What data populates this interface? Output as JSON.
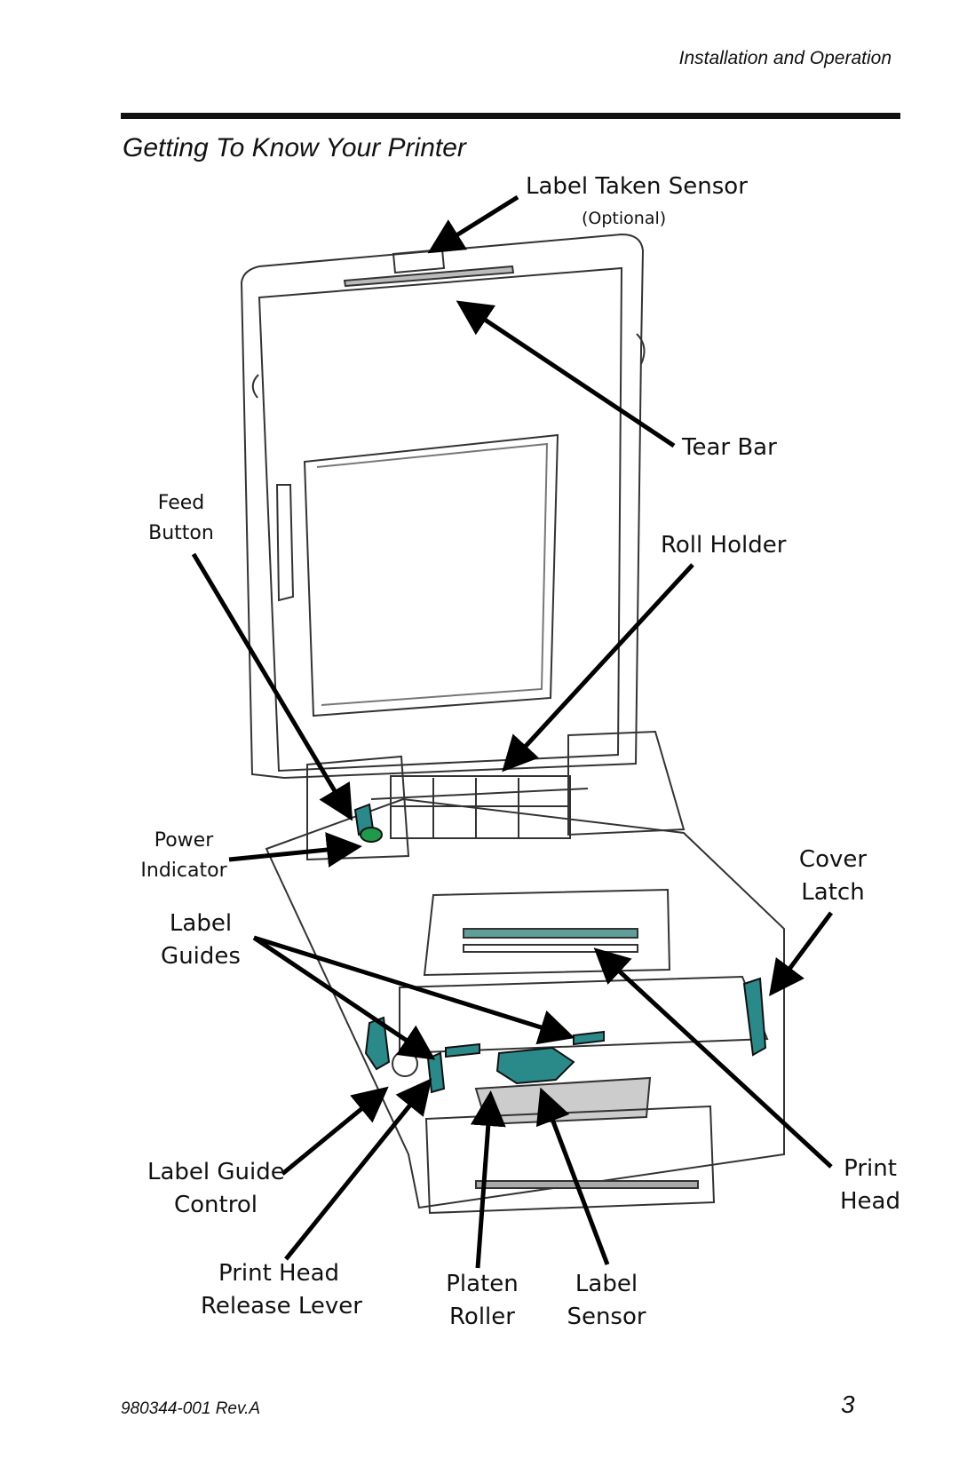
{
  "header": {
    "section": "Installation and Operation"
  },
  "page_title": "Getting To Know Your Printer",
  "callouts": {
    "label_taken_sensor": "Label Taken Sensor",
    "optional": "(Optional)",
    "tear_bar": "Tear Bar",
    "roll_holder": "Roll Holder",
    "feed_button": [
      "Feed",
      "Button"
    ],
    "power_indicator": [
      "Power",
      "Indicator"
    ],
    "cover_latch": [
      "Cover",
      "Latch"
    ],
    "label_guides": [
      "Label",
      "Guides"
    ],
    "label_guide_control": [
      "Label Guide",
      "Control"
    ],
    "print_head": [
      "Print",
      "Head"
    ],
    "print_head_release_lever": [
      "Print Head",
      "Release Lever"
    ],
    "platen_roller": [
      "Platen",
      "Roller"
    ],
    "label_sensor": [
      "Label",
      "Sensor"
    ]
  },
  "colors": {
    "teal_parts": "#2a8a8a",
    "power_led": "#1e9a4a"
  },
  "footer": {
    "doc_number": "980344-001 Rev.A",
    "page_number": "3"
  }
}
